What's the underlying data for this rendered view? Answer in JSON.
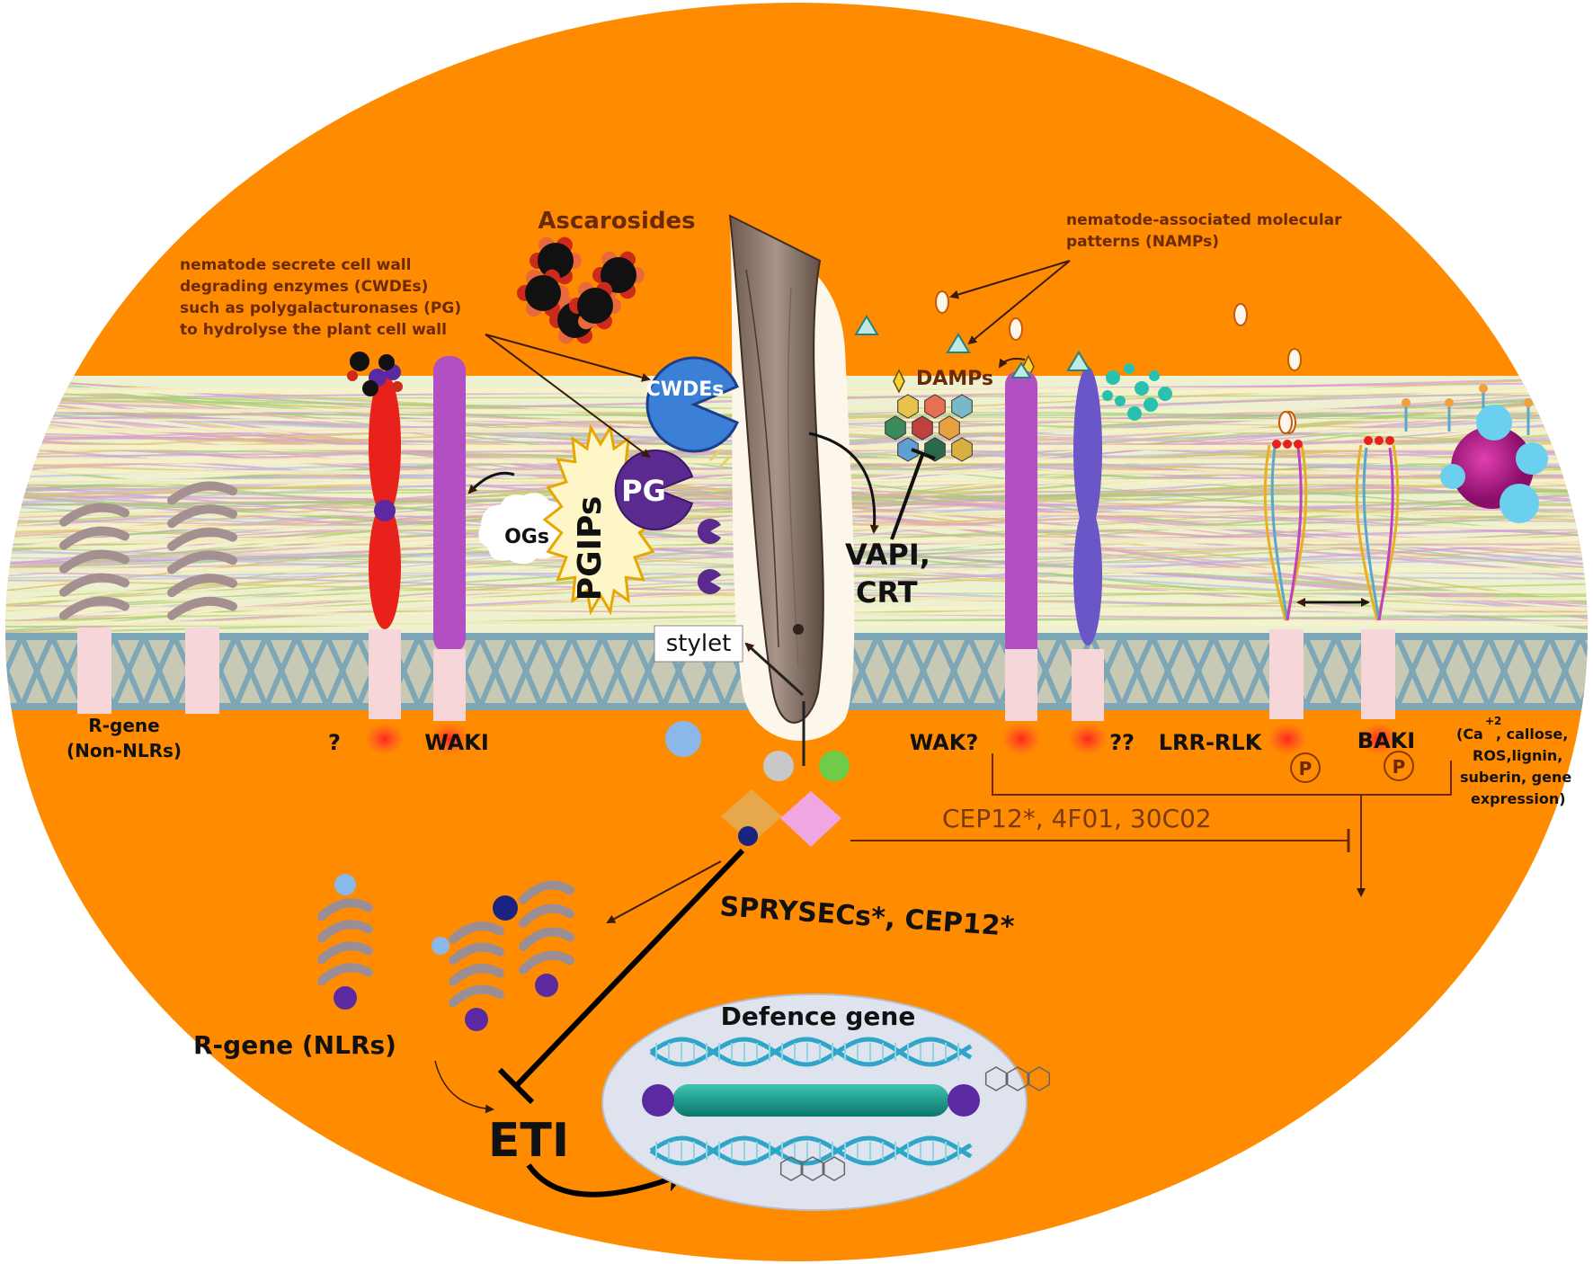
{
  "labels": {
    "ascarosides": "Ascarosides",
    "cwde_note": [
      "nematode    secrete    cell    wall",
      "degrading    enzymes    (CWDEs)",
      "such as polygalacturonases (PG)",
      "to hydrolyse the plant cell wall"
    ],
    "namps": [
      "nematode-associated molecular",
      "patterns (NAMPs)"
    ],
    "damps": "DAMPs",
    "cwdes": "CWDEs",
    "pg": "PG",
    "pgips": "PGIPs",
    "ogs": "OGs",
    "vapi": "VAPI,",
    "crt": "CRT",
    "stylet": "stylet",
    "r_gene_non_nlr": [
      "R-gene",
      "(Non-NLRs)"
    ],
    "question": "?",
    "waki": "WAKI",
    "wak_q": "WAK?",
    "double_q": "??",
    "lrr_rlk": "LRR-RLK",
    "baki": "BAKI",
    "p_mark": "P",
    "response": [
      "(Ca",
      "+2",
      ", callose,",
      "ROS,lignin,",
      "suberin, gene",
      "expression)"
    ],
    "effectors_inhib": "CEP12*, 4F01, 30C02",
    "sprysecs": "SPRYSECs*, CEP12*",
    "r_gene_nlr": "R-gene (NLRs)",
    "eti": "ETI",
    "defence_gene": "Defence gene"
  },
  "colors": {
    "background_cell": "#ff8c00",
    "wall_base": "#eef0d2",
    "membrane": "#7da6b6",
    "receptor_purple": "#b24fc2",
    "receptor_red": "#e8221b",
    "blue_enzyme": "#3b7fd6",
    "pg_purple": "#5b2a8e",
    "nucleus": "#dfe3ee",
    "dna": "#2fa6c8",
    "text_brown": "#6b2a06"
  }
}
